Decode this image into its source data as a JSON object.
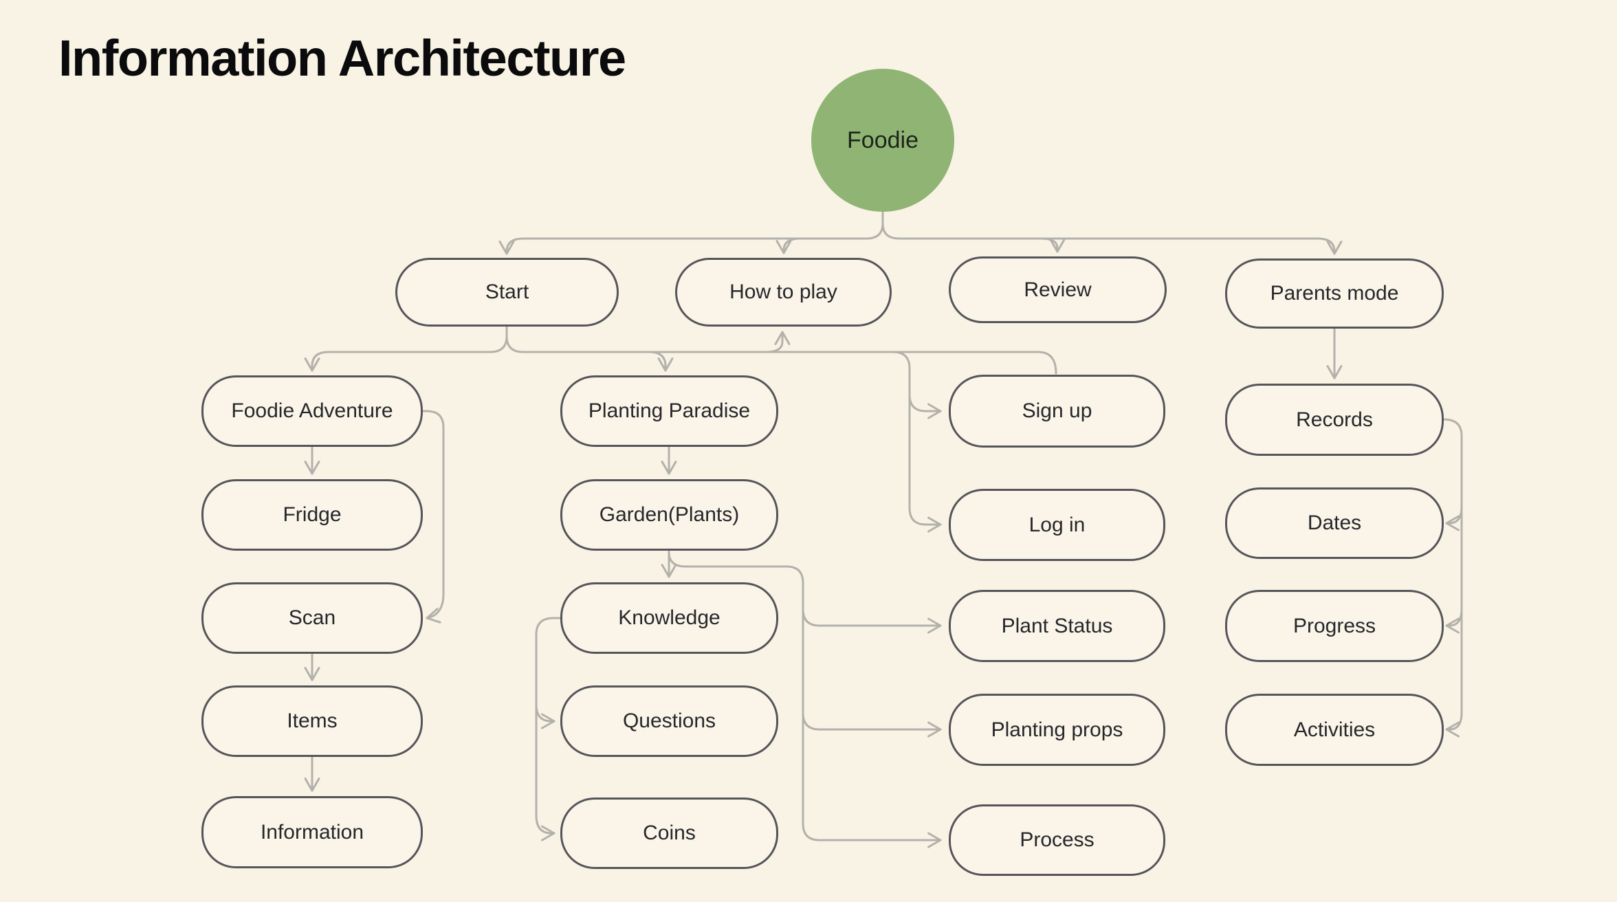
{
  "title": "Information Architecture",
  "nodes": {
    "foodie": "Foodie",
    "start": "Start",
    "how_to_play": "How to play",
    "review": "Review",
    "parents_mode": "Parents mode",
    "foodie_adventure": "Foodie Adventure",
    "fridge": "Fridge",
    "scan": "Scan",
    "items": "Items",
    "information": "Information",
    "planting_paradise": "Planting Paradise",
    "garden": "Garden(Plants)",
    "knowledge": "Knowledge",
    "questions": "Questions",
    "coins": "Coins",
    "sign_up": "Sign up",
    "log_in": "Log in",
    "plant_status": "Plant Status",
    "planting_props": "Planting props",
    "process": "Process",
    "records": "Records",
    "dates": "Dates",
    "progress": "Progress",
    "activities": "Activities"
  },
  "edges": [
    {
      "from": "Foodie",
      "to": "Start"
    },
    {
      "from": "Foodie",
      "to": "How to play"
    },
    {
      "from": "Foodie",
      "to": "Review"
    },
    {
      "from": "Foodie",
      "to": "Parents mode"
    },
    {
      "from": "Start",
      "to": "Foodie Adventure"
    },
    {
      "from": "Start",
      "to": "Planting Paradise"
    },
    {
      "from": "Start",
      "to": "How to play",
      "note": "arrow up into bottom edge"
    },
    {
      "from": "Start",
      "to": "Sign up",
      "note": "branch arrow into left edge"
    },
    {
      "from": "Start",
      "to": "Log in",
      "note": "branch arrow into left edge"
    },
    {
      "from": "Start",
      "to": "Sign up",
      "note": "line into top edge, no arrowhead"
    },
    {
      "from": "Foodie Adventure",
      "to": "Fridge"
    },
    {
      "from": "Foodie Adventure",
      "to": "Scan",
      "note": "right bypass curve into right edge"
    },
    {
      "from": "Scan",
      "to": "Items"
    },
    {
      "from": "Items",
      "to": "Information"
    },
    {
      "from": "Planting Paradise",
      "to": "Garden(Plants)"
    },
    {
      "from": "Garden(Plants)",
      "to": "Knowledge"
    },
    {
      "from": "Garden(Plants)",
      "to": "Plant Status"
    },
    {
      "from": "Garden(Plants)",
      "to": "Planting props"
    },
    {
      "from": "Garden(Plants)",
      "to": "Process"
    },
    {
      "from": "Knowledge",
      "to": "Questions",
      "note": "left bracket"
    },
    {
      "from": "Knowledge",
      "to": "Coins",
      "note": "left bracket"
    },
    {
      "from": "Parents mode",
      "to": "Records"
    },
    {
      "from": "Records",
      "to": "Dates",
      "note": "right bracket"
    },
    {
      "from": "Records",
      "to": "Progress",
      "note": "right bracket"
    },
    {
      "from": "Records",
      "to": "Activities",
      "note": "right bracket"
    }
  ],
  "colors": {
    "background": "#f8f3e4",
    "node_fill": "#faf5e8",
    "node_border": "#55555a",
    "connector": "#b3b1ab",
    "root_fill": "#8fb474",
    "text": "#26262b",
    "title": "#0b0b0d"
  }
}
